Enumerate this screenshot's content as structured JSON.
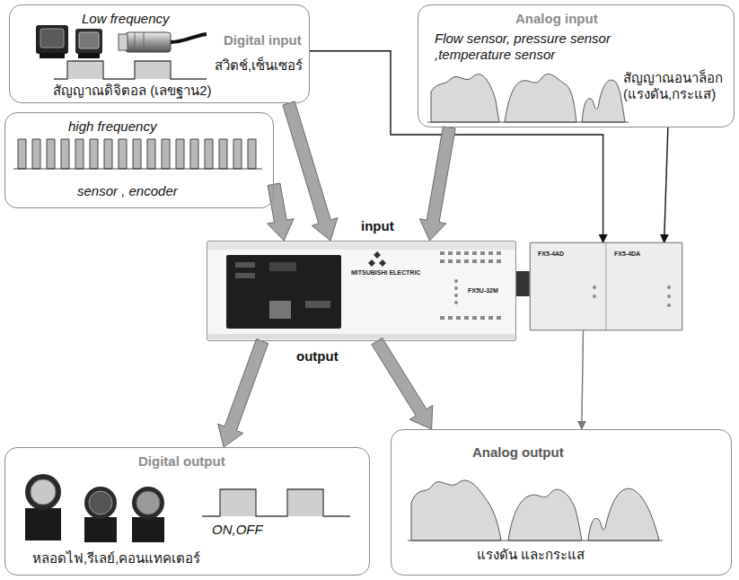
{
  "diagram": {
    "nodes": [
      {
        "text": [
          "Low frequency",
          "Digital input",
          "สวิตช์,เซ็นเซอร์",
          "สัญญาณดิจิตอล (เลขฐาน2)"
        ]
      },
      {
        "text": [
          "Analog input",
          "Flow sensor, pressure sensor ,temperature sensor",
          "สัญญาณอนาล็อก (แรงดัน,กระแส)"
        ]
      },
      {
        "text": [
          "high frequency",
          "sensor , encoder"
        ]
      },
      {
        "text": [
          "MITSUBISHI ELECTRIC",
          "FX5U-32M"
        ]
      },
      {
        "text": [
          "FX5-4AD",
          "FX5-4DA"
        ]
      },
      {
        "text": [
          "Digital output",
          "ON,OFF",
          "หลอดไฟ,รีเลย์,คอนแทคเตอร์"
        ]
      },
      {
        "text": [
          "Analog output",
          "แรงดัน และกระแส"
        ]
      }
    ],
    "edges": [
      {
        "from": 0,
        "to": 3,
        "arrow": "to"
      },
      {
        "from": 0,
        "to": 4,
        "arrow": "to"
      },
      {
        "from": 1,
        "to": 3,
        "arrow": "to"
      },
      {
        "from": 1,
        "to": 4,
        "arrow": "to"
      },
      {
        "from": 2,
        "to": 3,
        "arrow": "to"
      },
      {
        "from": 3,
        "to": 5,
        "arrow": "to"
      },
      {
        "from": 3,
        "to": 6,
        "arrow": "to"
      },
      {
        "from": 4,
        "to": 6,
        "arrow": "to"
      }
    ],
    "labels": [
      "input",
      "output"
    ]
  }
}
